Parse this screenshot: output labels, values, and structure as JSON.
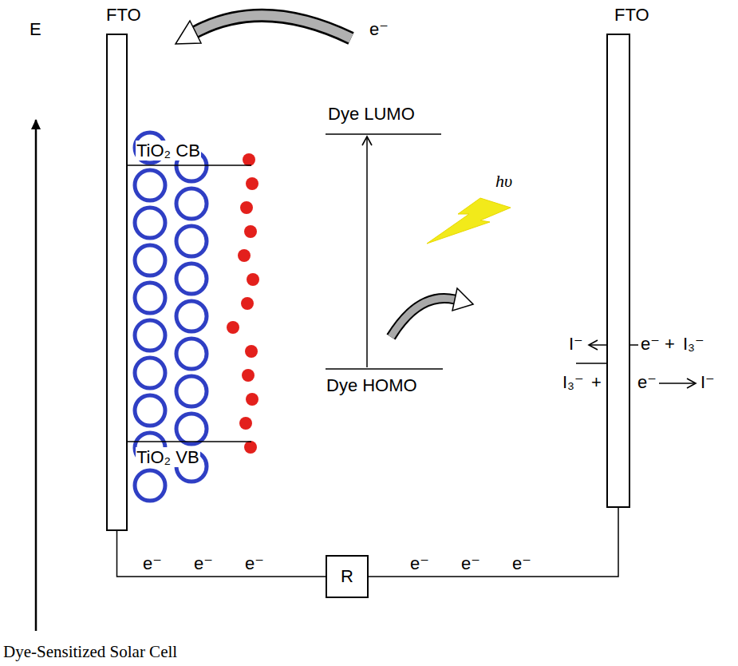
{
  "diagram": {
    "caption": "Dye-Sensitized Solar Cell",
    "nodes": [
      {
        "text": [
          "FTO"
        ]
      },
      {
        "text": [
          "FTO"
        ]
      },
      {
        "text": [
          "R"
        ]
      }
    ],
    "edges": [
      {
        "from": 0,
        "to": 2,
        "arrow": "none",
        "label": "e⁻ e⁻ e⁻"
      },
      {
        "from": 2,
        "to": 1,
        "arrow": "none",
        "label": "e⁻ e⁻ e⁻"
      }
    ],
    "labels": [
      "E",
      "e⁻",
      "Dye LUMO",
      "TiO₂ CB",
      "hυ",
      "Dye HOMO",
      "TiO₂ VB",
      "I⁻",
      "e⁻",
      "+",
      "I₃⁻",
      "I₃⁻",
      "+",
      "e⁻",
      "I⁻"
    ]
  }
}
